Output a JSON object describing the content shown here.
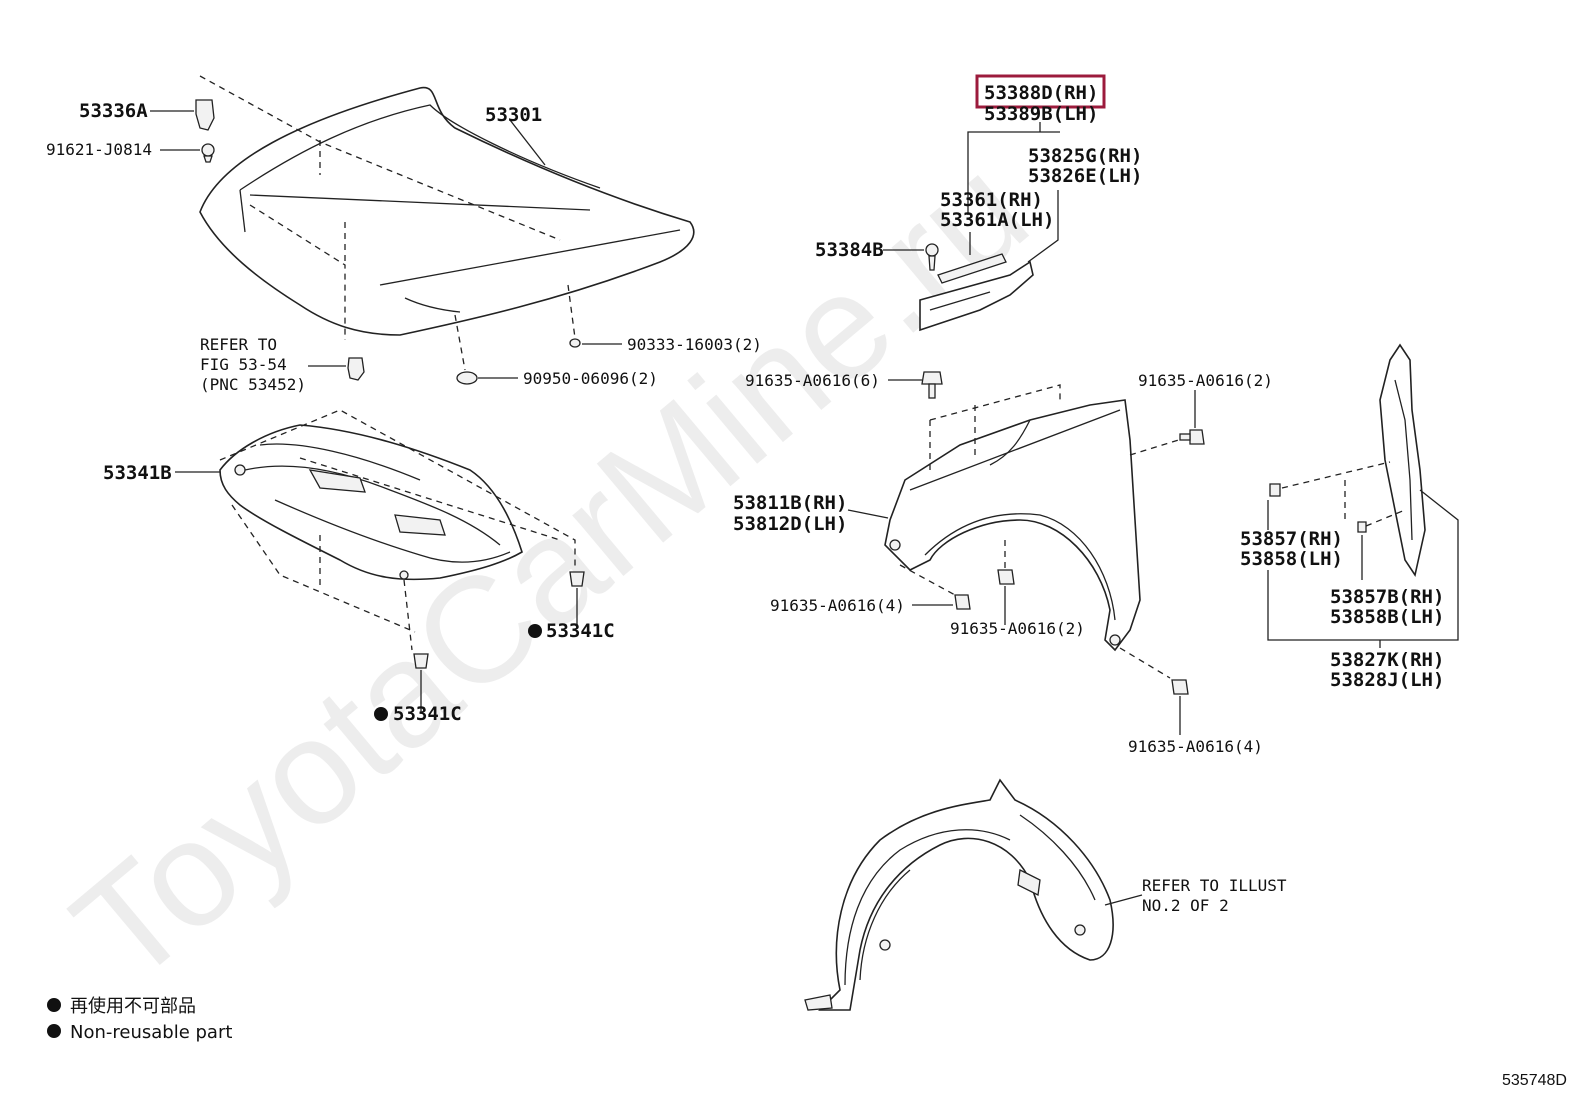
{
  "diagram_id": "535748D",
  "watermark": "ToyotaCarMine.ru",
  "highlighted_part": "53388D(RH)",
  "legend": {
    "line1": "再使用不可部品",
    "line2": "Non-reusable part"
  },
  "labels": {
    "p53336A": "53336A",
    "p91621": "91621-J0814",
    "p53301": "53301",
    "refer1_l1": "REFER TO",
    "refer1_l2": "FIG 53-54",
    "refer1_l3": "(PNC 53452)",
    "p90333": "90333-16003(2)",
    "p90950": "90950-06096(2)",
    "p53341B": "53341B",
    "p53341C_a": "53341C",
    "p53341C_b": "53341C",
    "p53388D": "53388D(RH)",
    "p53389B": "53389B(LH)",
    "p53825G": "53825G(RH)",
    "p53826E": "53826E(LH)",
    "p53361": "53361(RH)",
    "p53361A": "53361A(LH)",
    "p53384B": "53384B",
    "p91635_6": "91635-A0616(6)",
    "p91635_2a": "91635-A0616(2)",
    "p53811B": "53811B(RH)",
    "p53812D": "53812D(LH)",
    "p91635_4a": "91635-A0616(4)",
    "p91635_2b": "91635-A0616(2)",
    "p91635_4b": "91635-A0616(4)",
    "p53857": "53857(RH)",
    "p53858": "53858(LH)",
    "p53857B": "53857B(RH)",
    "p53858B": "53858B(LH)",
    "p53827K": "53827K(RH)",
    "p53828J": "53828J(LH)",
    "refer2_l1": "REFER TO ILLUST",
    "refer2_l2": "NO.2 OF 2"
  }
}
